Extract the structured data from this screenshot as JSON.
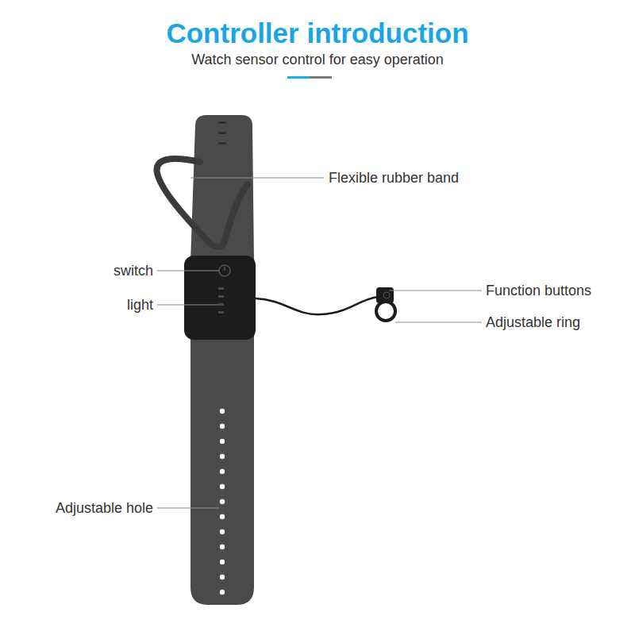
{
  "diagram": {
    "title": "Controller introduction",
    "labels": [
      "Watch sensor control for easy operation",
      "Flexible rubber band",
      "switch",
      "light",
      "Function buttons",
      "Adjustable ring",
      "Adjustable hole"
    ]
  }
}
